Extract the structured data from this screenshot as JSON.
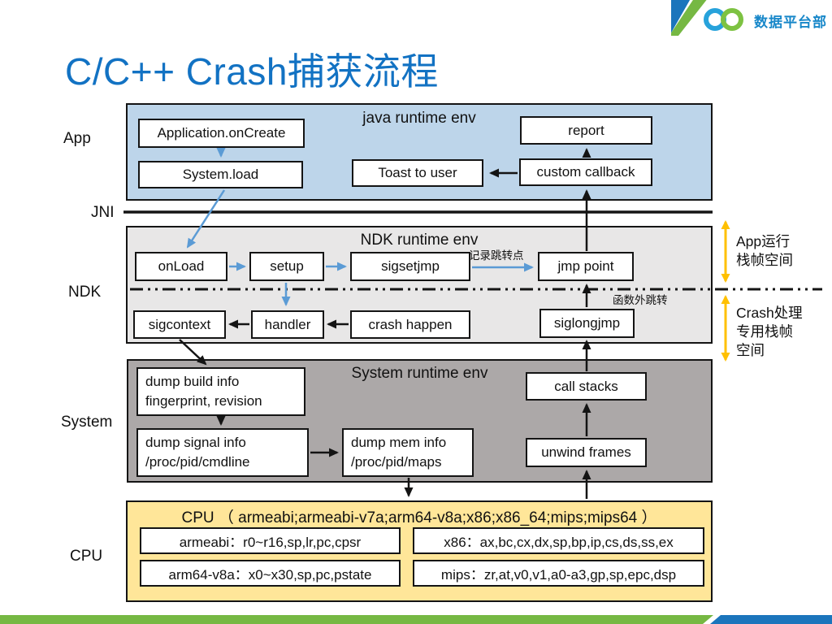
{
  "slide": {
    "title": "C/C++ Crash捕获流程",
    "brand_name": "数据平台部"
  },
  "layer_labels": {
    "app": "App",
    "jni": "JNI",
    "ndk": "NDK",
    "system": "System",
    "cpu": "CPU"
  },
  "app_layer": {
    "title": "java runtime env",
    "application_oncreate": "Application.onCreate",
    "system_load": "System.load",
    "toast_to_user": "Toast to user",
    "report": "report",
    "custom_callback": "custom callback"
  },
  "ndk_layer": {
    "title": "NDK runtime env",
    "onload": "onLoad",
    "setup": "setup",
    "sigsetjmp": "sigsetjmp",
    "jmp_point": "jmp point",
    "record_jump_note": "记录跳转点",
    "outside_jump_note": "函数外跳转",
    "sigcontext": "sigcontext",
    "handler": "handler",
    "crash_happen": "crash happen",
    "siglongjmp": "siglongjmp"
  },
  "system_layer": {
    "title": "System runtime env",
    "dump_build_info_line1": "dump build info",
    "dump_build_info_line2": "fingerprint, revision",
    "dump_signal_info_line1": "dump signal info",
    "dump_signal_info_line2": "/proc/pid/cmdline",
    "dump_mem_info_line1": "dump mem info",
    "dump_mem_info_line2": "/proc/pid/maps",
    "call_stacks": "call stacks",
    "unwind_frames": "unwind frames"
  },
  "cpu_layer": {
    "title": "CPU （ armeabi;armeabi-v7a;arm64-v8a;x86;x86_64;mips;mips64 ）",
    "armeabi": "armeabi：r0~r16,sp,lr,pc,cpsr",
    "x86": "x86：ax,bc,cx,dx,sp,bp,ip,cs,ds,ss,ex",
    "arm64_v8a": "arm64-v8a：x0~x30,sp,pc,pstate",
    "mips": "mips：zr,at,v0,v1,a0-a3,gp,sp,epc,dsp"
  },
  "stack_notes": {
    "app_stack_line1": "App运行",
    "app_stack_line2": "栈帧空间",
    "crash_stack_line1": "Crash处理",
    "crash_stack_line2": "专用栈帧",
    "crash_stack_line3": "空间"
  },
  "colors": {
    "title_blue": "#1272C3",
    "app_layer_fill": "#BDD5EA",
    "ndk_layer_fill": "#E8E7E7",
    "system_layer_fill": "#ACA8A8",
    "cpu_layer_fill": "#FFE699",
    "flow_arrow_blue": "#5B9BD5",
    "stack_arrow_yellow": "#FFC000",
    "brand_green": "#76B843",
    "brand_blue": "#1B75BC",
    "logo_ring_blue": "#27A2DB",
    "logo_ring_green": "#7DC242"
  }
}
